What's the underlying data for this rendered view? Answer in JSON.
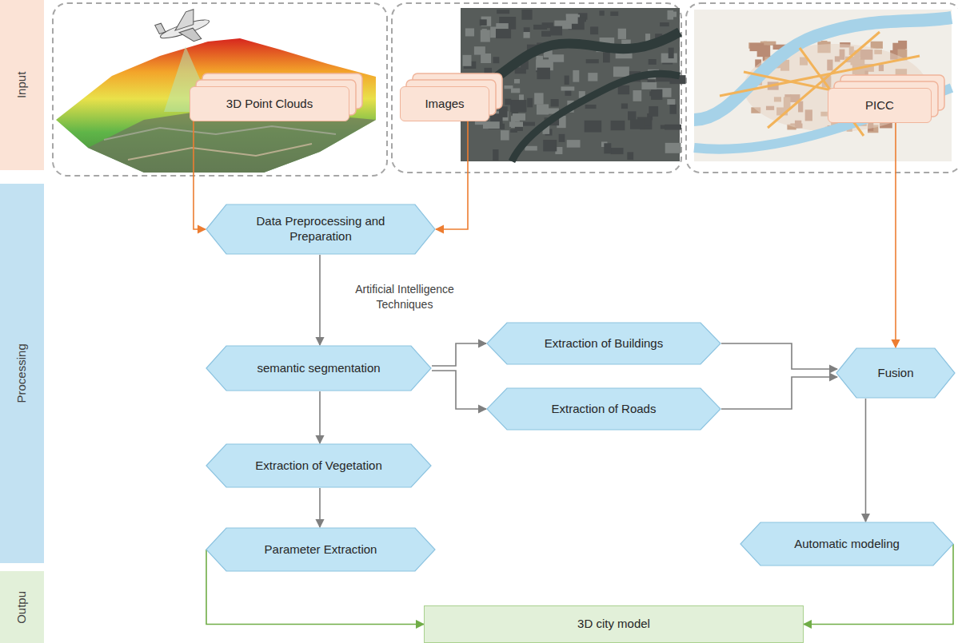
{
  "diagram": {
    "nodes": [
      {
        "text": [
          "Input"
        ]
      },
      {
        "text": [
          "Processing"
        ]
      },
      {
        "text": [
          "Outpu"
        ]
      },
      {
        "text": [
          "3D Point Clouds"
        ]
      },
      {
        "text": [
          "Images"
        ]
      },
      {
        "text": [
          "PICC"
        ]
      },
      {
        "text": [
          "Data Preprocessing and Preparation"
        ]
      },
      {
        "text": [
          "semantic segmentation"
        ]
      },
      {
        "text": [
          "Extraction of Buildings"
        ]
      },
      {
        "text": [
          "Extraction of Roads"
        ]
      },
      {
        "text": [
          "Fusion"
        ]
      },
      {
        "text": [
          "Extraction of Vegetation"
        ]
      },
      {
        "text": [
          "Automatic modeling"
        ]
      },
      {
        "text": [
          "Parameter Extraction"
        ]
      },
      {
        "text": [
          "3D city model"
        ]
      }
    ],
    "edges": [
      {
        "from": 3,
        "to": 6,
        "arrow": "to"
      },
      {
        "from": 4,
        "to": 6,
        "arrow": "to"
      },
      {
        "from": 5,
        "to": 10,
        "arrow": "to"
      },
      {
        "from": 6,
        "to": 7,
        "label": "Artificial Intelligence Techniques",
        "arrow": "to"
      },
      {
        "from": 7,
        "to": 8,
        "arrow": "to"
      },
      {
        "from": 7,
        "to": 9,
        "arrow": "to"
      },
      {
        "from": 7,
        "to": 11,
        "arrow": "to"
      },
      {
        "from": 11,
        "to": 13,
        "arrow": "to"
      },
      {
        "from": 8,
        "to": 10,
        "arrow": "to"
      },
      {
        "from": 9,
        "to": 10,
        "arrow": "to"
      },
      {
        "from": 10,
        "to": 12,
        "arrow": "to"
      },
      {
        "from": 13,
        "to": 14,
        "arrow": "to"
      },
      {
        "from": 12,
        "to": 14,
        "arrow": "to"
      }
    ]
  }
}
